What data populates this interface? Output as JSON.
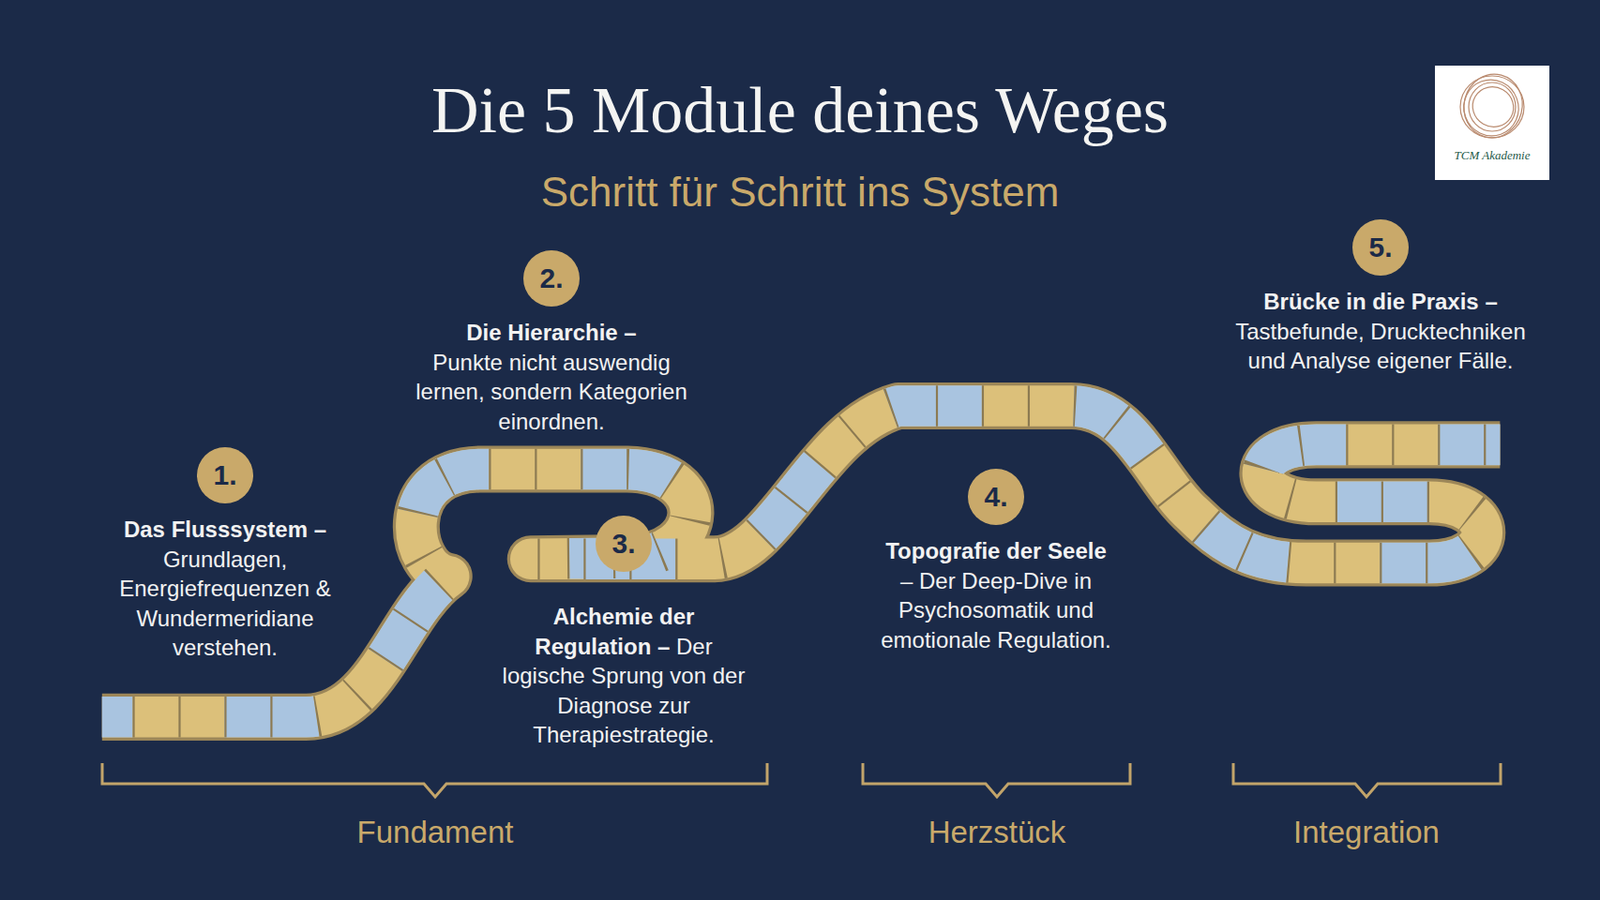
{
  "diagram": {
    "title": "Die 5 Module deines Weges",
    "nodes": [
      {
        "text": [
          "1.",
          "Das Flusssystem –",
          "Grundlagen, Energiefrequenzen & Wundermeridiane verstehen."
        ]
      },
      {
        "text": [
          "2.",
          "Die Hierarchie –",
          "Punkte nicht auswendig lernen, sondern Kategorien einordnen."
        ]
      },
      {
        "text": [
          "3.",
          "Alchemie der Regulation –",
          "Der logische Sprung von der Diagnose zur Therapiestrategie."
        ]
      },
      {
        "text": [
          "4.",
          "Topografie der Seele",
          "– Der Deep-Dive in Psychosomatik und emotionale Regulation."
        ]
      },
      {
        "text": [
          "5.",
          "Brücke in die Praxis –",
          "Tastbefunde, Drucktechniken und Analyse eigener Fälle."
        ]
      }
    ],
    "labels": [
      "Schritt für Schritt ins System",
      "TCM Akademie",
      "Fundament",
      "Herzstück",
      "Integration"
    ]
  }
}
